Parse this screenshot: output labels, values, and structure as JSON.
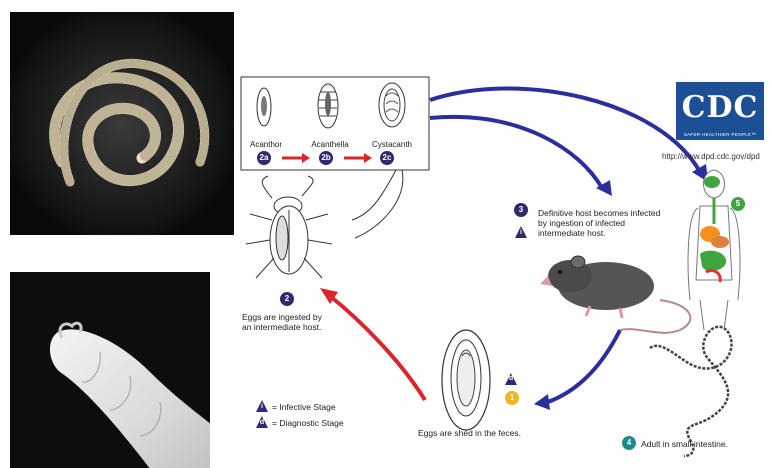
{
  "colors": {
    "navy": "#1f1f6b",
    "badge_purple": "#2d2a6e",
    "red_arrow": "#d8262a",
    "blue_arrow": "#2b2f9e",
    "teal": "#1d8a8a",
    "green": "#3fa53f",
    "yellow": "#f2b51c",
    "cdc_blue": "#1c4f96"
  },
  "stages_box": {
    "items": [
      {
        "name": "Acanthor",
        "badge": "2a"
      },
      {
        "name": "Acanthella",
        "badge": "2b"
      },
      {
        "name": "Cystacanth",
        "badge": "2c"
      }
    ]
  },
  "logo": {
    "text": "CDC",
    "tagline": "SAFER·HEALTHIER·PEOPLE™",
    "url": "http://www.dpd.cdc.gov/dpd"
  },
  "steps": {
    "s1": {
      "badge": "1"
    },
    "s2": {
      "badge": "2",
      "text": "Eggs are ingested by an intermediate host."
    },
    "s3": {
      "badge": "3",
      "text": "Definitive host becomes infected by ingestion of infected intermediate host."
    },
    "s4": {
      "badge": "4",
      "text": "Adult in small intestine."
    },
    "s5": {
      "badge": "5"
    },
    "eggs": {
      "text": "Eggs are shed in the feces.",
      "badge": "d"
    }
  },
  "legend": {
    "infective": {
      "symbol": "i",
      "label": "= Infective Stage"
    },
    "diagnostic": {
      "symbol": "d",
      "label": "= Diagnostic Stage"
    }
  }
}
